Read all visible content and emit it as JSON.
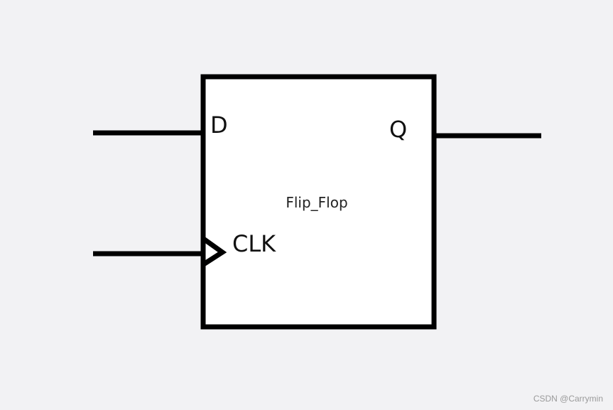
{
  "diagram": {
    "block": {
      "name": "Flip_Flop",
      "fill": "#ffffff",
      "stroke": "#000000"
    },
    "pins": {
      "d": "D",
      "q": "Q",
      "clk": "CLK"
    }
  },
  "watermark": "CSDN @Carrymin",
  "colors": {
    "background": "#f2f2f4",
    "line": "#000000"
  }
}
